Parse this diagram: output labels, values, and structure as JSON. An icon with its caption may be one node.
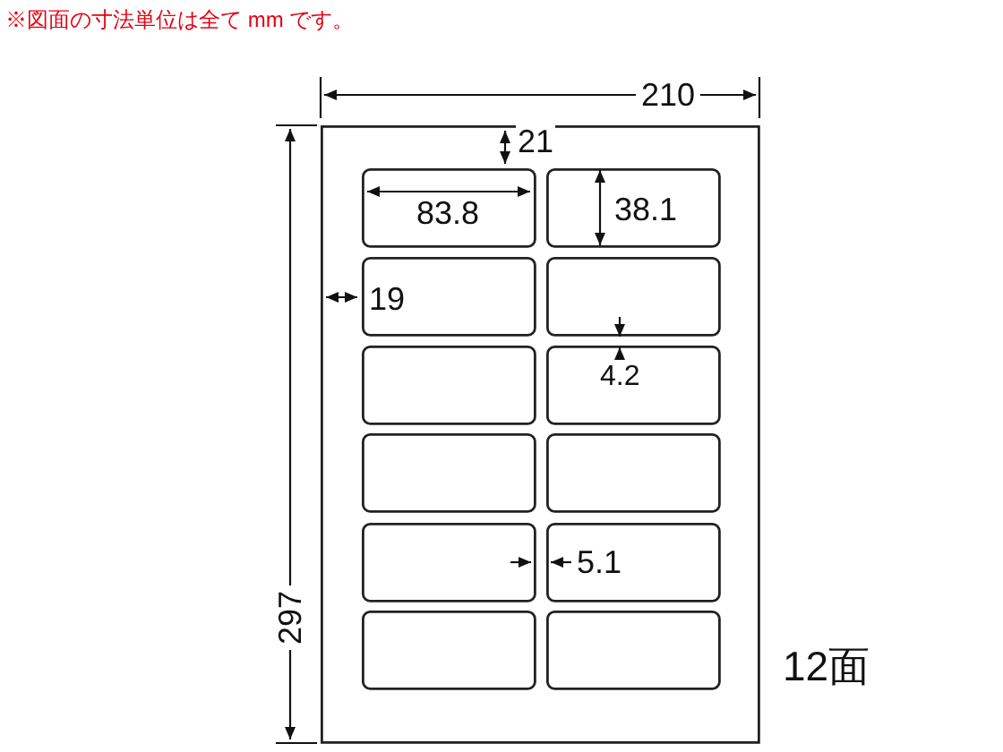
{
  "diagram": {
    "labels": [
      "※図面の寸法単位は全て mm です。",
      "210",
      "21",
      "83.8",
      "38.1",
      "19",
      "4.2",
      "5.1",
      "297",
      "12面"
    ]
  }
}
